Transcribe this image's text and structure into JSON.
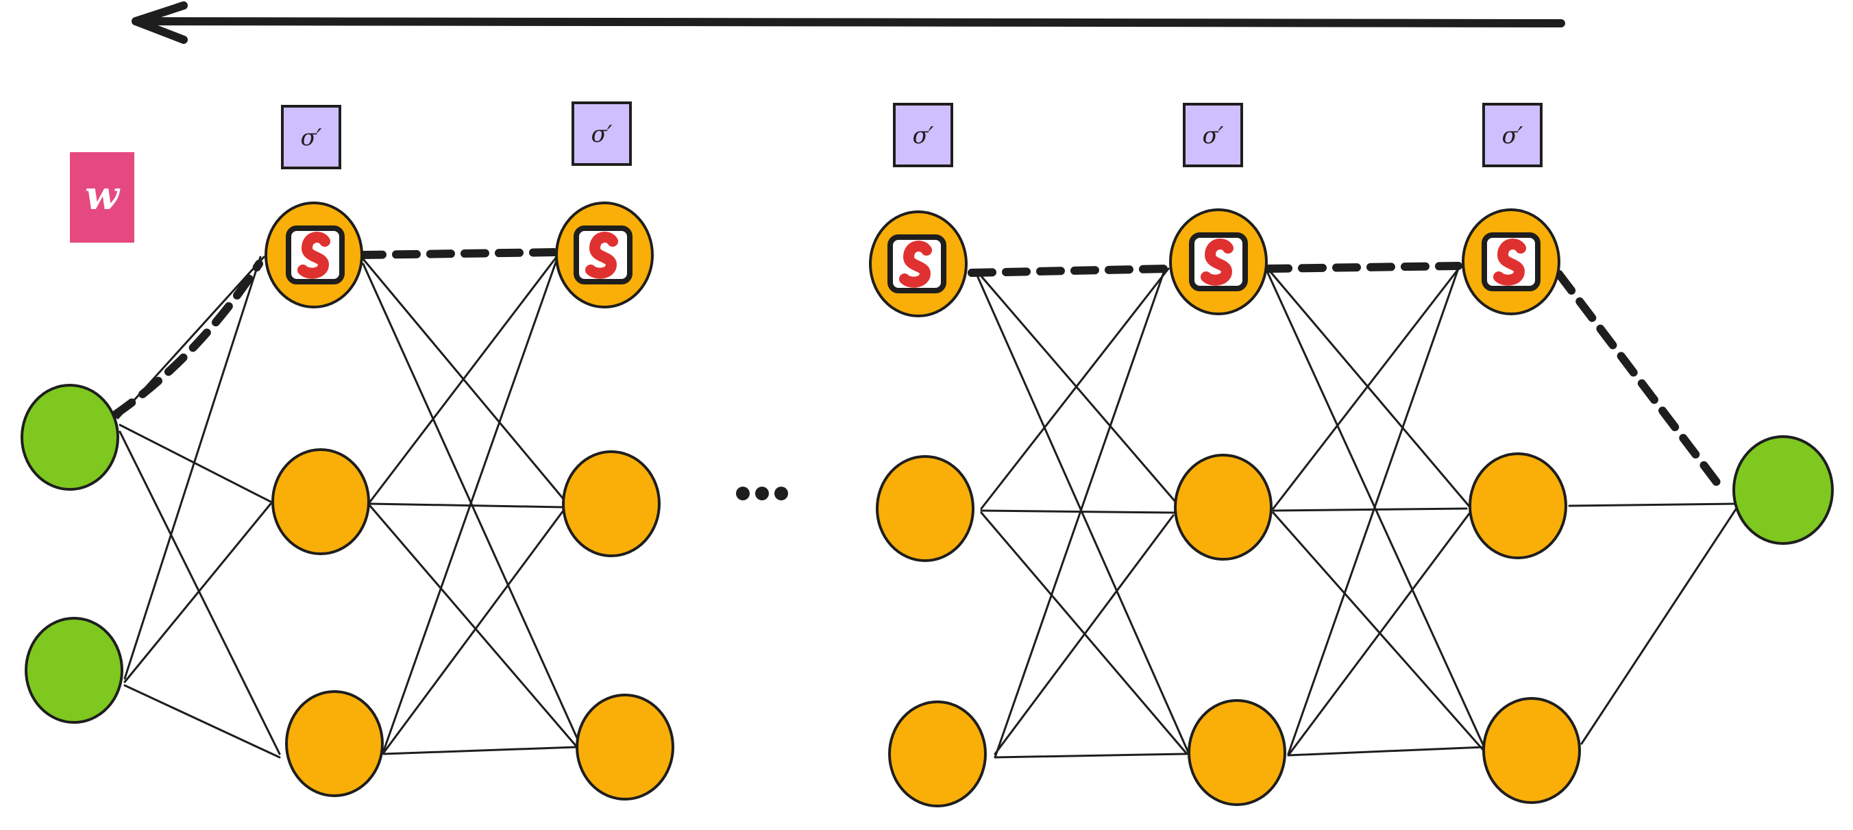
{
  "colors": {
    "input_node": "#7ec81f",
    "hidden_node": "#f9ae08",
    "sigma_box": "#d0bfff",
    "weight_box": "#e64980",
    "activation_glyph": "#e03131",
    "stroke": "#1e1e1e"
  },
  "weight_box": {
    "label": "w",
    "icon": "weight-icon"
  },
  "sigma_labels": [
    "σ′",
    "σ′",
    "σ′",
    "σ′",
    "σ′"
  ],
  "ellipsis": {
    "icon": "ellipsis-icon"
  },
  "activation_icon": "sigmoid-s-icon",
  "backprop_arrow": {
    "icon": "arrow-left-icon",
    "direction": "left"
  }
}
